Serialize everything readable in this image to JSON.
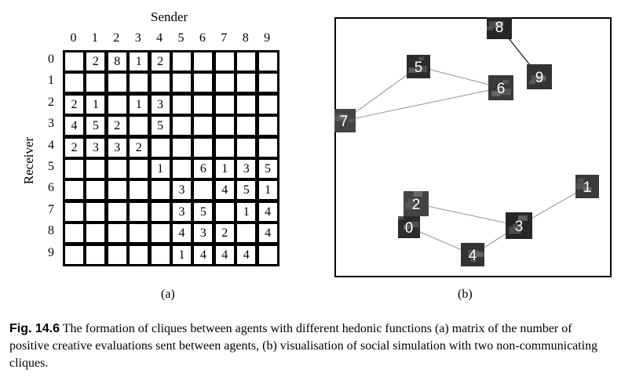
{
  "panel_a": {
    "sender_title": "Sender",
    "receiver_title": "Receiver",
    "col_labels": [
      "0",
      "1",
      "2",
      "3",
      "4",
      "5",
      "6",
      "7",
      "8",
      "9"
    ],
    "row_labels": [
      "0",
      "1",
      "2",
      "3",
      "4",
      "5",
      "6",
      "7",
      "8",
      "9"
    ],
    "rows": [
      [
        "",
        "2",
        "8",
        "1",
        "2",
        "",
        "",
        "",
        "",
        ""
      ],
      [
        "",
        "",
        "",
        "",
        "",
        "",
        "",
        "",
        "",
        ""
      ],
      [
        "2",
        "1",
        "",
        "1",
        "3",
        "",
        "",
        "",
        "",
        ""
      ],
      [
        "4",
        "5",
        "2",
        "",
        "5",
        "",
        "",
        "",
        "",
        ""
      ],
      [
        "2",
        "3",
        "3",
        "2",
        "",
        "",
        "",
        "",
        "",
        ""
      ],
      [
        "",
        "",
        "",
        "",
        "1",
        "",
        "6",
        "1",
        "3",
        "5"
      ],
      [
        "",
        "",
        "",
        "",
        "",
        "3",
        "",
        "4",
        "5",
        "1"
      ],
      [
        "",
        "",
        "",
        "",
        "",
        "3",
        "5",
        "",
        "1",
        "4"
      ],
      [
        "",
        "",
        "",
        "",
        "",
        "4",
        "3",
        "2",
        "",
        "4"
      ],
      [
        "",
        "",
        "",
        "",
        "",
        "1",
        "4",
        "4",
        "4",
        ""
      ]
    ],
    "label": "(a)"
  },
  "panel_b": {
    "label": "(b)",
    "agents": [
      "0",
      "1",
      "2",
      "3",
      "4",
      "5",
      "6",
      "7",
      "8",
      "9"
    ],
    "links": [
      [
        "8",
        "9",
        "dark"
      ],
      [
        "5",
        "6",
        "gray"
      ],
      [
        "7",
        "6",
        "gray"
      ],
      [
        "7",
        "5",
        "gray"
      ],
      [
        "2",
        "3",
        "gray"
      ],
      [
        "0",
        "4",
        "gray"
      ],
      [
        "4",
        "3",
        "gray"
      ],
      [
        "3",
        "1",
        "gray"
      ]
    ]
  },
  "caption": {
    "fig_label": "Fig. 14.6",
    "text": "The formation of cliques between agents with different hedonic functions (a) matrix of the number of positive creative evaluations sent between agents, (b) visualisation of social simulation with two non-communicating cliques."
  }
}
